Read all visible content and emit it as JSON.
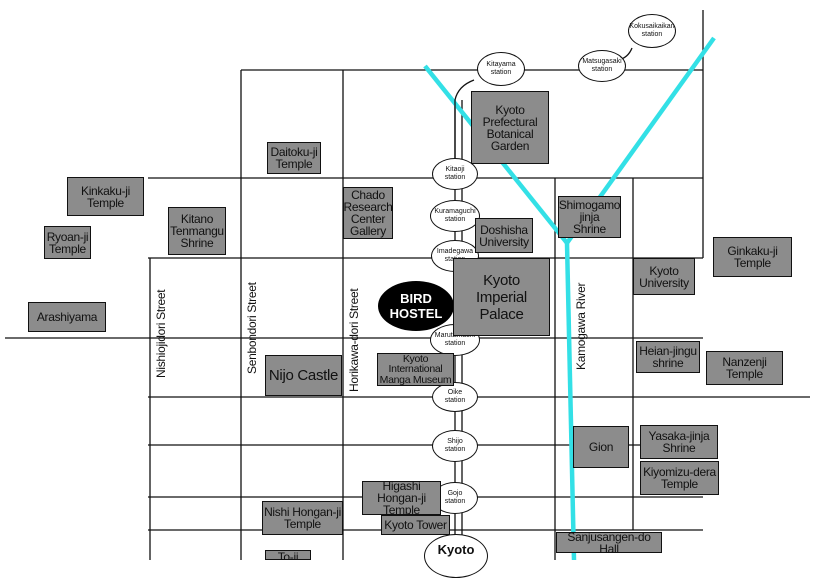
{
  "colors": {
    "subway_line": "#33e0e6",
    "label_fill": "#8c8c8c",
    "street_line": "#111111",
    "hostel": "#000000"
  },
  "hostel": {
    "label": "BIRD\nHOSTEL"
  },
  "streets": {
    "nishiojidori": "Nishiojidori Street",
    "senbondori": "Senbondori Street",
    "horikawadori": "Horikawa-dori Street",
    "kamogawa": "Kamogawa River"
  },
  "stations": {
    "kokusaikaikan": "Kokusaikaikan\nstation",
    "kitayama": "Kitayama\nstation",
    "matsugasaki": "Matsugasaki\nstation",
    "kitaoji": "Kitaoji\nstation",
    "kuramaguchi": "Kuramaguchi\nstation",
    "imadegawa": "Imadegawa\nstation",
    "marutamachi": "Marutamachi\nstation",
    "oike": "Oike\nstation",
    "shijo": "Shijo\nstation",
    "gojo": "Gojo\nstation",
    "kyoto": "Kyoto"
  },
  "places": {
    "botanical": "Kyoto\nPrefectural\nBotanical\nGarden",
    "daitokuji": "Daitoku-ji\nTemple",
    "kinkakuji": "Kinkaku-ji\nTemple",
    "ryoanji": "Ryoan-ji\nTemple",
    "kitano": "Kitano\nTenmangu\nShrine",
    "arashiyama": "Arashiyama",
    "chado": "Chado\nResearch\nCenter\nGallery",
    "doshisha": "Doshisha\nUniversity",
    "imperial": "Kyoto\nImperial\nPalace",
    "shimogamo": "Shimogamo\njinja\nShrine",
    "ginkakuji": "Ginkaku-ji\nTemple",
    "kyotouniv": "Kyoto\nUniversity",
    "heian": "Heian-jingu\nshrine",
    "nanzenji": "Nanzenji\nTemple",
    "nijo": "Nijo Castle",
    "manga": "Kyoto\nInternational\nManga Museum",
    "gion": "Gion",
    "yasaka": "Yasaka-jinja\nShrine",
    "kiyomizu": "Kiyomizu-dera\nTemple",
    "higashi": "Higashi Hongan-ji\nTemple",
    "nishi": "Nishi Hongan-ji\nTemple",
    "kyototower": "Kyoto Tower",
    "sanjusangen": "Sanjusangen-do Hall",
    "toji": "To-ji"
  }
}
